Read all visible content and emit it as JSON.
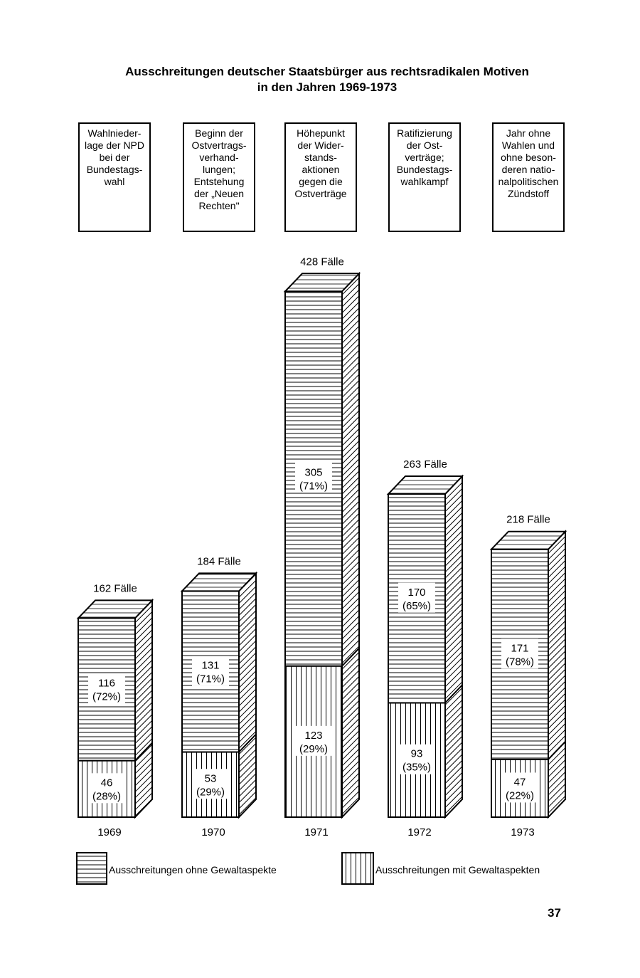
{
  "page": {
    "title_line1": "Ausschreitungen deutscher Staatsbürger aus rechtsradikalen Motiven",
    "title_line2": "in den Jahren 1969-1973",
    "page_number": "37"
  },
  "events": [
    "Wahlnieder-\nlage der NPD\nbei der\nBundestags-\nwahl",
    "Beginn der\nOstvertrags-\nverhand-\nlungen;\nEntstehung\nder „Neuen\nRechten\"",
    "Höhepunkt\nder Wider-\nstands-\naktionen\ngegen die\nOstverträge",
    "Ratifizierung\nder Ost-\nverträge;\nBundestags-\nwahlkampf",
    "Jahr ohne\nWahlen und\nohne beson-\nderen natio-\nnalpolitischen\nZündstoff"
  ],
  "colors": {
    "ink": "#000000",
    "paper": "#ffffff"
  },
  "chart_data": {
    "type": "bar",
    "stacked": true,
    "categories": [
      "1969",
      "1970",
      "1971",
      "1972",
      "1973"
    ],
    "series": [
      {
        "name": "Ausschreitungen mit Gewaltaspekten",
        "values": [
          46,
          53,
          123,
          93,
          47
        ],
        "value_labels": [
          "46",
          "53",
          "123",
          "93",
          "47"
        ],
        "percent_labels": [
          "(28%)",
          "(29%)",
          "(29%)",
          "(35%)",
          "(22%)"
        ],
        "pattern": "vertical-lines"
      },
      {
        "name": "Ausschreitungen ohne Gewaltaspekte",
        "values": [
          116,
          131,
          305,
          170,
          171
        ],
        "value_labels": [
          "116",
          "131",
          "305",
          "170",
          "171"
        ],
        "percent_labels": [
          "(72%)",
          "(71%)",
          "(71%)",
          "(65%)",
          "(78%)"
        ],
        "pattern": "horizontal-lines"
      }
    ],
    "totals": [
      162,
      184,
      428,
      263,
      218
    ],
    "total_labels": [
      "162 Fälle",
      "184 Fälle",
      "428 Fälle",
      "263 Fälle",
      "218 Fälle"
    ],
    "legend": [
      {
        "label": "Ausschreitungen ohne Gewaltaspekte",
        "pattern": "horizontal-lines"
      },
      {
        "label": "Ausschreitungen mit Gewaltaspekten",
        "pattern": "vertical-lines"
      }
    ],
    "legend_position": "bottom",
    "style": "3d-stacked-columns"
  }
}
